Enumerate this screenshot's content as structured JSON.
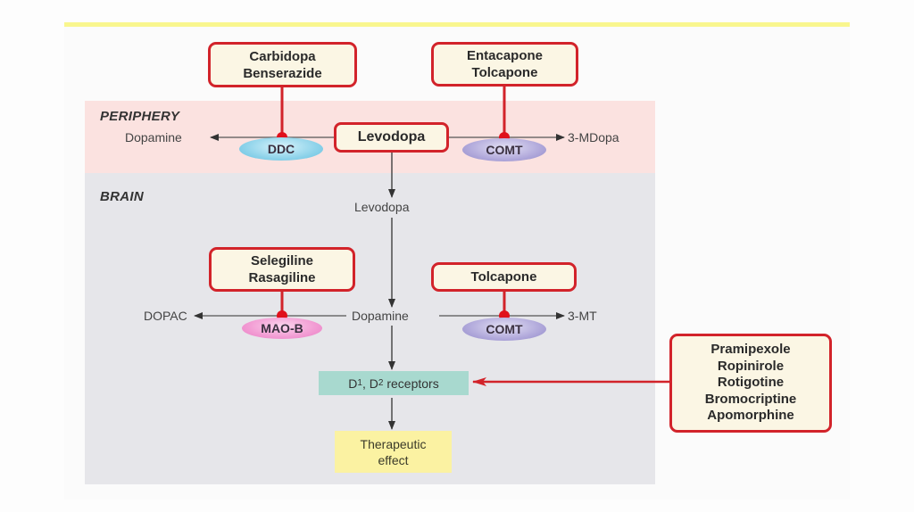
{
  "regions": {
    "periphery": "PERIPHERY",
    "brain": "BRAIN"
  },
  "periphery": {
    "center_substrate": "Levodopa",
    "left_product": "Dopamine",
    "right_product": "3-MDopa",
    "left_enzyme": "DDC",
    "right_enzyme": "COMT",
    "left_inhibitors": [
      "Carbidopa",
      "Benserazide"
    ],
    "right_inhibitors": [
      "Entacapone",
      "Tolcapone"
    ]
  },
  "brain": {
    "levodopa": "Levodopa",
    "dopamine": "Dopamine",
    "left_product": "DOPAC",
    "right_product": "3-MT",
    "left_enzyme": "MAO-B",
    "right_enzyme": "COMT",
    "left_inhibitors": [
      "Selegiline",
      "Rasagiline"
    ],
    "right_inhibitors": [
      "Tolcapone"
    ],
    "receptors": {
      "prefix1": "D",
      "sub1": "1",
      "sep": ", ",
      "prefix2": "D",
      "sub2": "2",
      "suffix": " receptors"
    },
    "effect": [
      "Therapeutic",
      "effect"
    ]
  },
  "agonists": [
    "Pramipexole",
    "Ropinirole",
    "Rotigotine",
    "Bromocriptine",
    "Apomorphine"
  ],
  "colors": {
    "inhibitor_red": "#d2232a",
    "periphery_bg": "#fbe2e0",
    "brain_bg": "#e6e6ea",
    "receptor_teal": "#a8d9cf",
    "effect_yellow": "#fbf2a2",
    "rule_yellow": "#f9f68e"
  }
}
